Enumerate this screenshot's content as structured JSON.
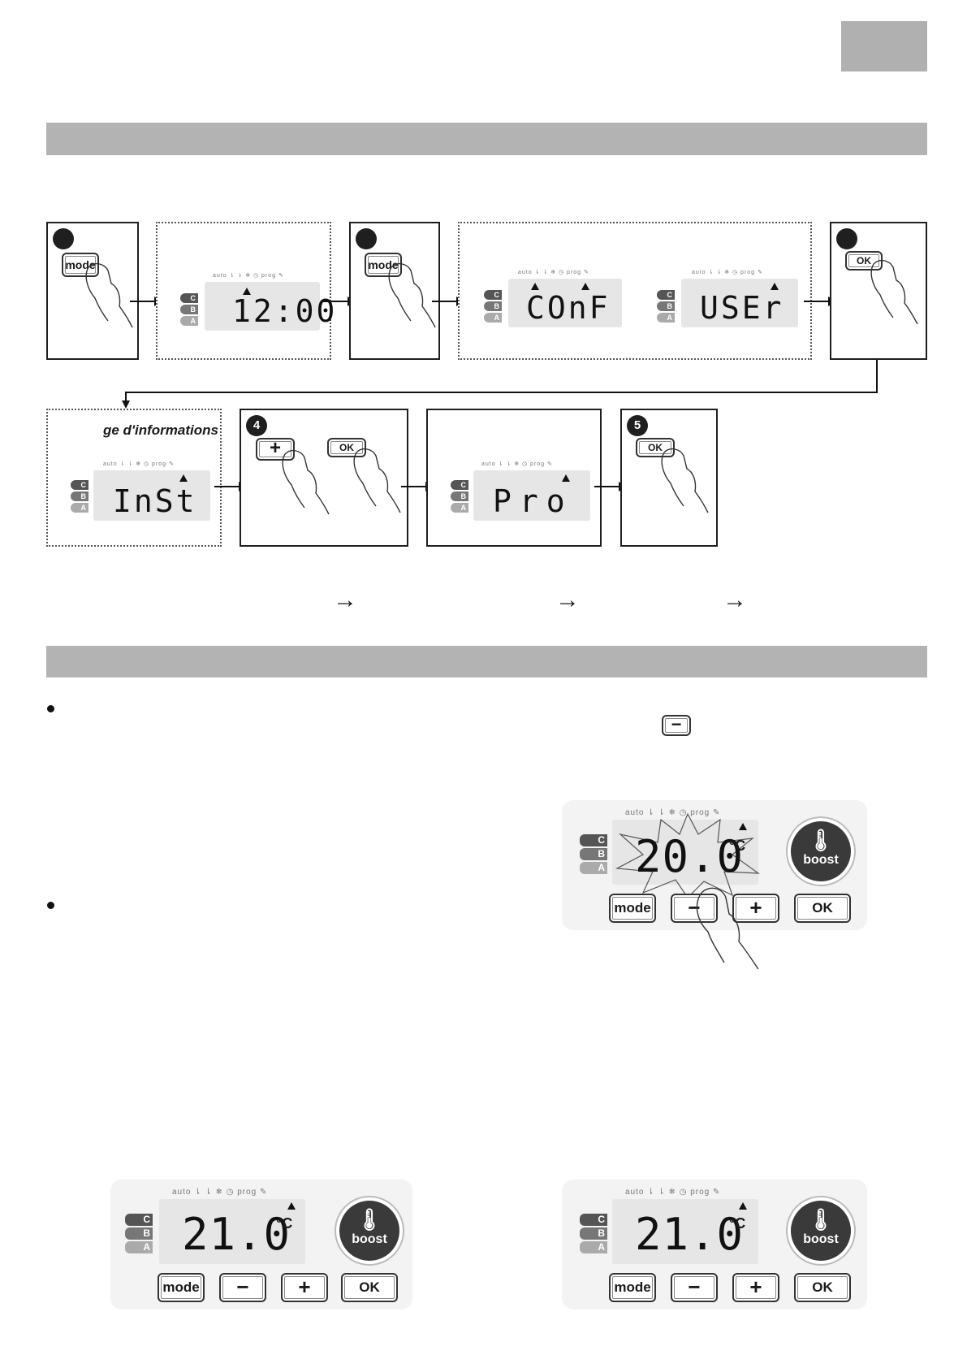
{
  "step1": {
    "key_label": "mode"
  },
  "display_clock": {
    "icons": "auto  ⇂  ⇂  ❄  ◷  prog  ✎",
    "text": "12:00"
  },
  "step2": {
    "key_label": "mode"
  },
  "display_conf": {
    "icons": "auto  ⇂  ⇂  ❄  ◷  prog  ✎",
    "text": "COnF"
  },
  "display_user": {
    "icons": "auto  ⇂  ⇂  ❄  ◷  prog  ✎",
    "text": "USEr"
  },
  "step3": {
    "key_label": "OK"
  },
  "info_box": {
    "caption": "ge d'informations",
    "icons": "auto  ⇂  ⇂  ❄  ◷  prog  ✎",
    "text": "InSt"
  },
  "step4": {
    "number": "4",
    "plus_label": "+",
    "ok_label": "OK"
  },
  "display_pro": {
    "icons": "auto  ⇂  ⇂  ❄  ◷  prog  ✎",
    "text": "Pro"
  },
  "step5": {
    "number": "5",
    "ok_label": "OK"
  },
  "inline_minus_key": "−",
  "big_panel": {
    "icons": "auto  ⇂  ⇂  ❄  ◷  prog  ✎",
    "temp": "20.0",
    "unit": "°C",
    "boost_label": "boost",
    "buttons": {
      "mode": "mode",
      "minus": "−",
      "plus": "+",
      "ok": "OK"
    }
  },
  "panel_left": {
    "icons": "auto  ⇂  ⇂  ❄  ◷  prog  ✎",
    "temp": "21.0",
    "unit": "°C",
    "boost_label": "boost",
    "buttons": {
      "mode": "mode",
      "minus": "−",
      "plus": "+",
      "ok": "OK"
    }
  },
  "panel_right": {
    "icons": "auto  ⇂  ⇂  ❄  ◷  prog  ✎",
    "temp": "21.0",
    "unit": "°C",
    "boost_label": "boost",
    "buttons": {
      "mode": "mode",
      "minus": "−",
      "plus": "+",
      "ok": "OK"
    }
  },
  "abc_labels": [
    "C",
    "B",
    "A"
  ],
  "bottom_arrows": [
    "→",
    "→",
    "→"
  ]
}
